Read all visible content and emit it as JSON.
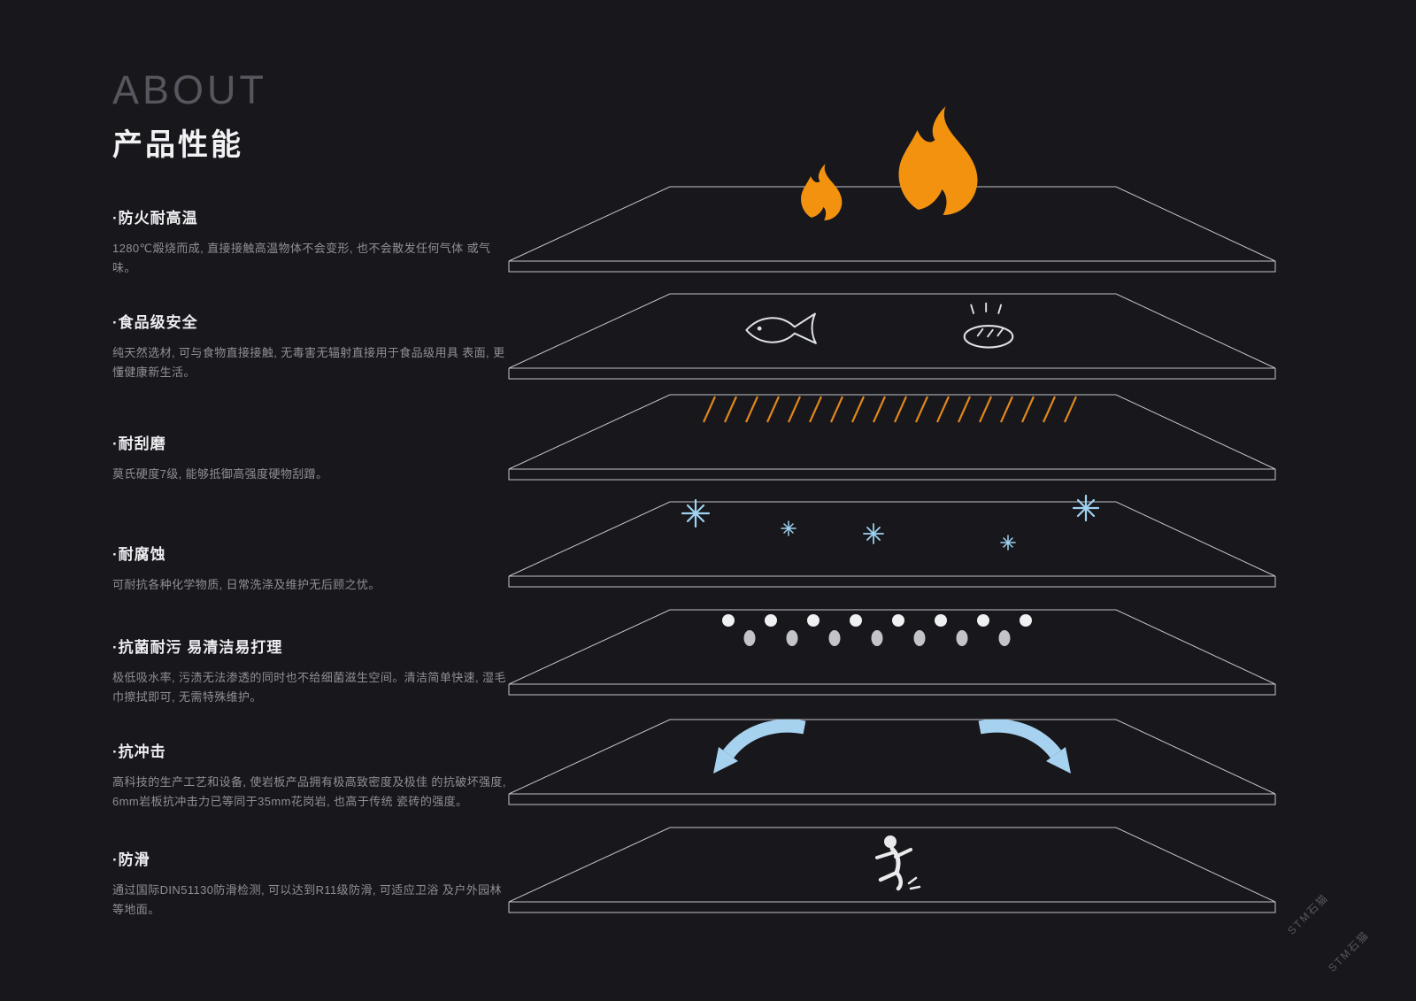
{
  "header": {
    "kicker": "ABOUT",
    "title": "产品性能"
  },
  "features": [
    {
      "title": "·防火耐高温",
      "desc": "1280℃煅烧而成, 直接接触高温物体不会变形, 也不会散发任何气体 或气味。",
      "icon": "flame-icon"
    },
    {
      "title": "·食品级安全",
      "desc": "纯天然选材, 可与食物直接接触, 无毒害无辐射直接用于食品级用具 表面, 更懂健康新生活。",
      "icon": "fish-and-bread-icon"
    },
    {
      "title": "·耐刮磨",
      "desc": "莫氏硬度7级, 能够抵御高强度硬物刮蹭。",
      "icon": "scratch-marks-icon"
    },
    {
      "title": "·耐腐蚀",
      "desc": "可耐抗各种化学物质, 日常洗涤及维护无后顾之忧。",
      "icon": "sparkles-icon"
    },
    {
      "title": "·抗菌耐污 易清洁易打理",
      "desc": "极低吸水率, 污渍无法渗透的同时也不给细菌滋生空间。清洁简单快速, 湿毛巾擦拭即可, 无需特殊维护。",
      "icon": "droplets-icon"
    },
    {
      "title": "·抗冲击",
      "desc": "高科技的生产工艺和设备, 使岩板产品拥有极高致密度及极佳 的抗破坏强度, 6mm岩板抗冲击力已等同于35mm花岗岩, 也高于传统 瓷砖的强度。",
      "icon": "impact-arrows-icon"
    },
    {
      "title": "·防滑",
      "desc": "通过国际DIN51130防滑检测, 可以达到R11级防滑, 可适应卫浴 及户外园林等地面。",
      "icon": "slipping-person-icon"
    }
  ],
  "watermark": {
    "text1": "STM石猫",
    "text2": "STM石猫"
  },
  "colors": {
    "background": "#17171c",
    "flame_orange": "#f3920f",
    "scratch_orange": "#e0861c",
    "sparkle_blue": "#9fd2f0",
    "arrow_blue": "#a7d2ef",
    "slab_line": "#c2c6c9",
    "title_text": "#ededf0",
    "body_text": "#8f9096"
  }
}
